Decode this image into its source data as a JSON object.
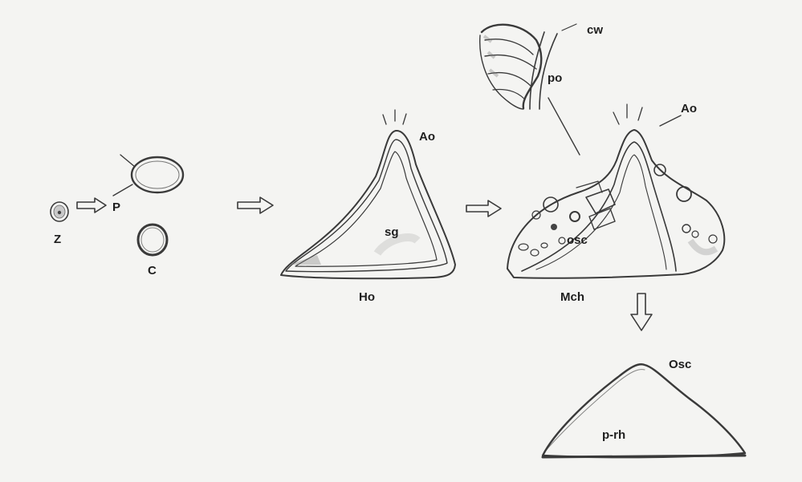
{
  "labels": {
    "z": "Z",
    "p": "P",
    "c": "C",
    "ho": "Ho",
    "sg": "sg",
    "ao_left": "Ao",
    "ao_right": "Ao",
    "mch": "Mch",
    "osc_inner": "osc",
    "cw": "cw",
    "po": "po",
    "osc_bottom": "Osc",
    "p_rh": "p-rh"
  },
  "colors": {
    "ink": "#2a2a2a",
    "paper": "#f4f4f2",
    "shade": "#9a9a9a"
  }
}
